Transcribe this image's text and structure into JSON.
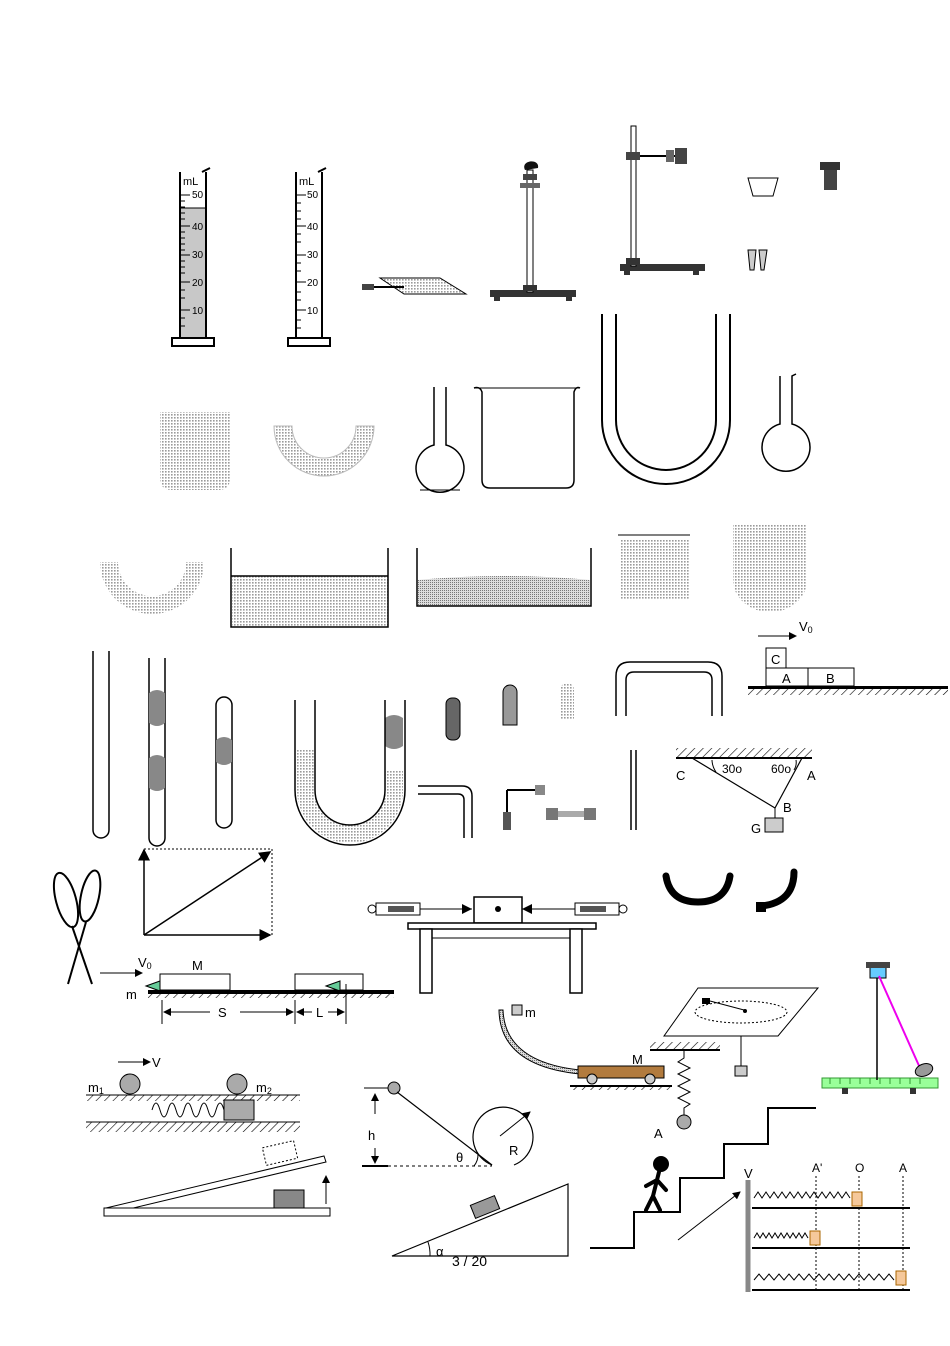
{
  "page_indicator": "3 / 20",
  "cylinder_ticks": [
    "50",
    "40",
    "30",
    "20",
    "10"
  ],
  "cylinder_unit": "mL",
  "blocks": {
    "v0": "V0",
    "v0_main": "V",
    "v0_sub": "0",
    "c": "C",
    "a": "A",
    "b": "B"
  },
  "truss": {
    "angle_left": "30o",
    "angle_right": "60o",
    "c": "C",
    "a": "A",
    "b": "B",
    "g": "G"
  },
  "cart_track": {
    "v0_main": "V",
    "v0_sub": "0",
    "m_big": "M",
    "m_small": "m",
    "s": "S",
    "l": "L"
  },
  "curved_track": {
    "m_small": "m",
    "m_big": "M",
    "a": "A"
  },
  "collision": {
    "v": "V",
    "m1_main": "m",
    "m1_sub": "1",
    "m2_main": "m",
    "m2_sub": "2"
  },
  "incline": {
    "h": "h",
    "theta": "θ",
    "r": "R",
    "alpha": "α"
  },
  "stairs_spring": {
    "v": "V",
    "a_prime": "A'",
    "o": "O",
    "a": "A"
  }
}
